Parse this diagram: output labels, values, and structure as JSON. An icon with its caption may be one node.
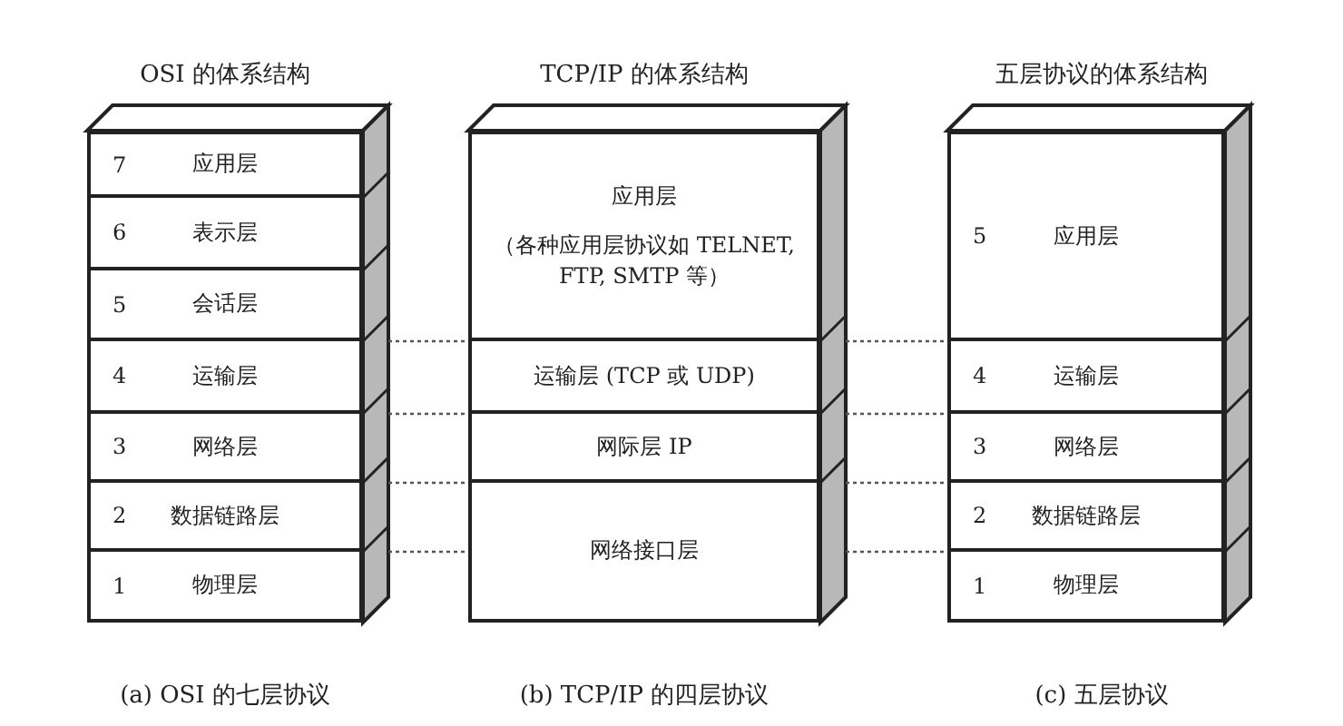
{
  "diagram": {
    "nodes": [
      {
        "text": [
          "7",
          "应用层"
        ]
      },
      {
        "text": [
          "6",
          "表示层"
        ]
      },
      {
        "text": [
          "5",
          "会话层"
        ]
      },
      {
        "text": [
          "4",
          "运输层"
        ]
      },
      {
        "text": [
          "3",
          "网络层"
        ]
      },
      {
        "text": [
          "2",
          "数据链路层"
        ]
      },
      {
        "text": [
          "1",
          "物理层"
        ]
      },
      {
        "text": [
          "应用层",
          "（各种应用层协议如 TELNET, FTP, SMTP 等）"
        ]
      },
      {
        "text": [
          "运输层 (TCP 或 UDP)"
        ]
      },
      {
        "text": [
          "网际层 IP"
        ]
      },
      {
        "text": [
          "网络接口层"
        ]
      },
      {
        "text": [
          "5",
          "应用层"
        ]
      },
      {
        "text": [
          "4",
          "运输层"
        ]
      },
      {
        "text": [
          "3",
          "网络层"
        ]
      },
      {
        "text": [
          "2",
          "数据链路层"
        ]
      },
      {
        "text": [
          "1",
          "物理层"
        ]
      }
    ],
    "labels": [
      "OSI 的体系结构",
      "TCP/IP 的体系结构",
      "五层协议的体系结构",
      "(a) OSI 的七层协议",
      "(b) TCP/IP 的四层协议",
      "(c) 五层协议"
    ]
  }
}
